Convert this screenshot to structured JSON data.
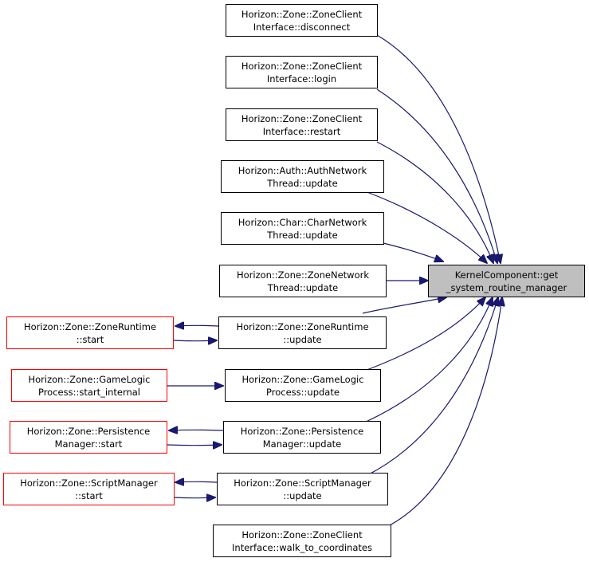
{
  "colors": {
    "edge": "#191970",
    "node_border": "#000000",
    "external_border": "#ff0000",
    "target_fill": "#bfbfbf"
  },
  "target": {
    "line1": "KernelComponent::get",
    "line2": "_system_routine_manager"
  },
  "callers": [
    {
      "line1": "Horizon::Zone::ZoneClient",
      "line2": "Interface::disconnect"
    },
    {
      "line1": "Horizon::Zone::ZoneClient",
      "line2": "Interface::login"
    },
    {
      "line1": "Horizon::Zone::ZoneClient",
      "line2": "Interface::restart"
    },
    {
      "line1": "Horizon::Auth::AuthNetwork",
      "line2": "Thread::update"
    },
    {
      "line1": "Horizon::Char::CharNetwork",
      "line2": "Thread::update"
    },
    {
      "line1": "Horizon::Zone::ZoneNetwork",
      "line2": "Thread::update"
    },
    {
      "line1": "Horizon::Zone::ZoneRuntime",
      "line2": "::update"
    },
    {
      "line1": "Horizon::Zone::GameLogic",
      "line2": "Process::update"
    },
    {
      "line1": "Horizon::Zone::Persistence",
      "line2": "Manager::update"
    },
    {
      "line1": "Horizon::Zone::ScriptManager",
      "line2": "::update"
    },
    {
      "line1": "Horizon::Zone::ZoneClient",
      "line2": "Interface::walk_to_coordinates"
    }
  ],
  "secondary": [
    {
      "line1": "Horizon::Zone::ZoneRuntime",
      "line2": "::start"
    },
    {
      "line1": "Horizon::Zone::GameLogic",
      "line2": "Process::start_internal"
    },
    {
      "line1": "Horizon::Zone::Persistence",
      "line2": "Manager::start"
    },
    {
      "line1": "Horizon::Zone::ScriptManager",
      "line2": "::start"
    }
  ]
}
